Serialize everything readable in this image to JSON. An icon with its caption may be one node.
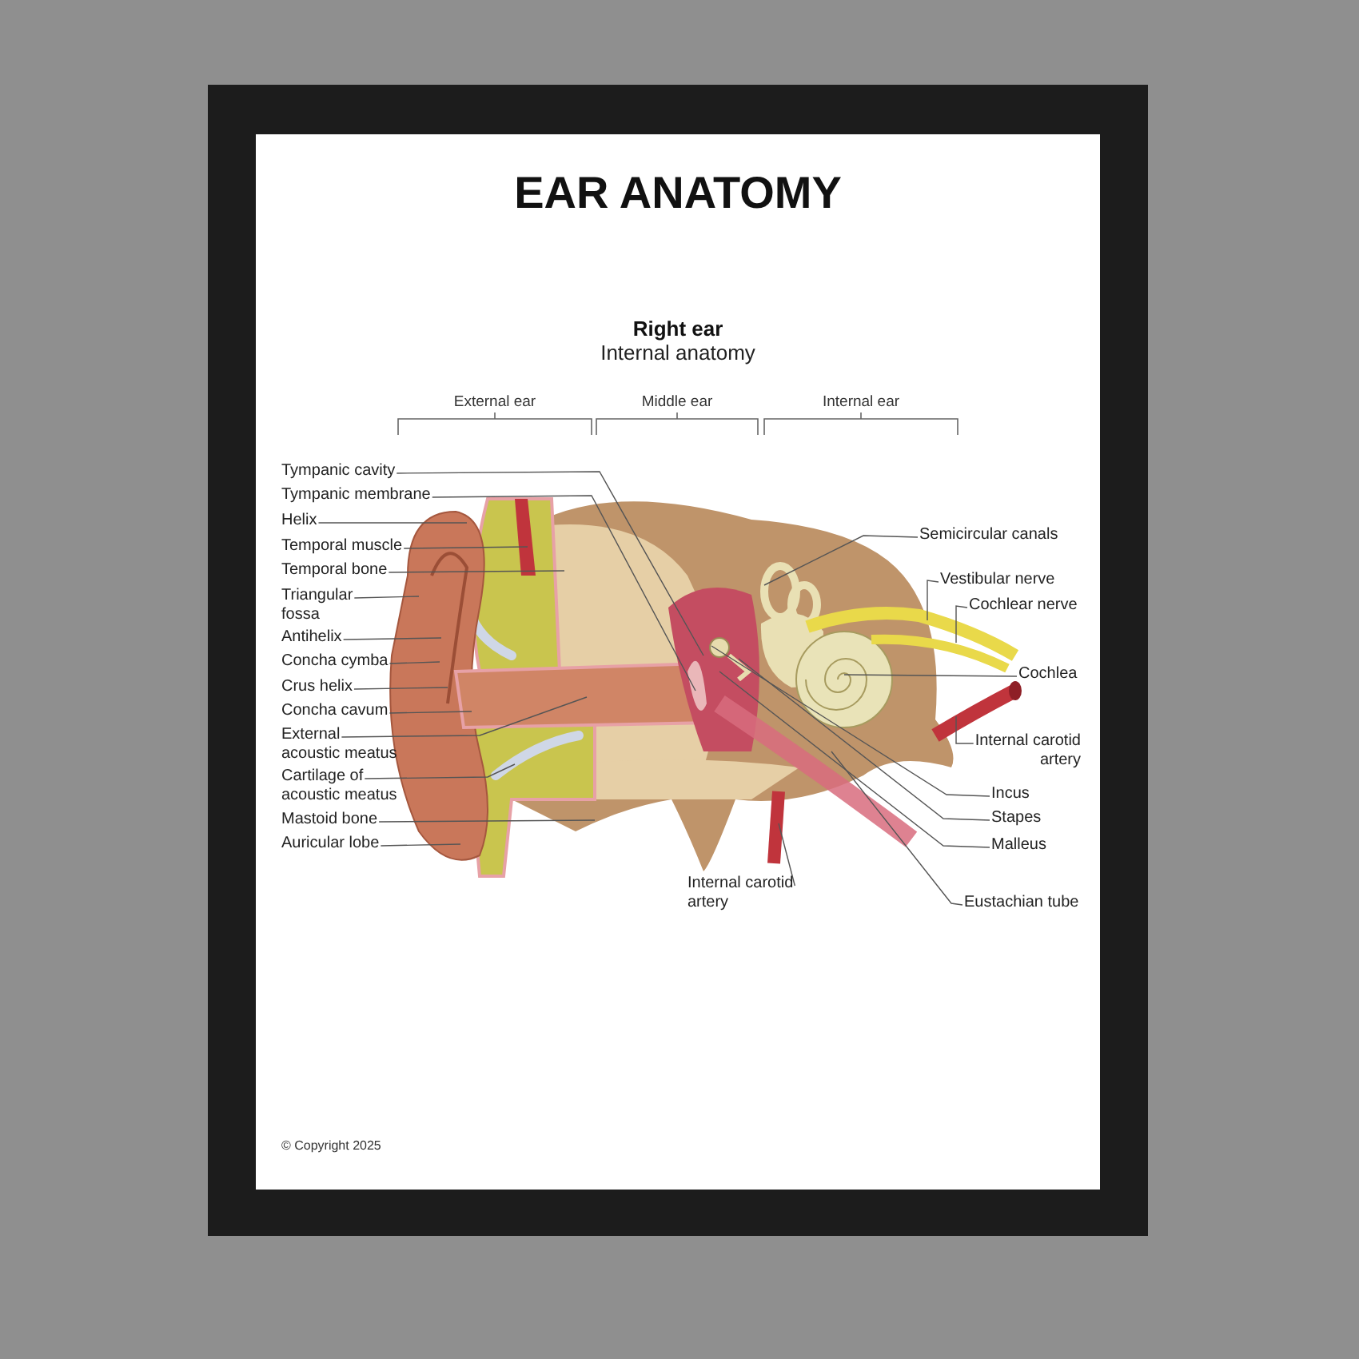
{
  "diagram": {
    "title": "EAR ANATOMY",
    "nodes": [
      {
        "text": [
          "Tympanic cavity"
        ]
      },
      {
        "text": [
          "Tympanic membrane"
        ]
      },
      {
        "text": [
          "Helix"
        ]
      },
      {
        "text": [
          "Temporal muscle"
        ]
      },
      {
        "text": [
          "Temporal bone"
        ]
      },
      {
        "text": [
          "Triangular fossa"
        ]
      },
      {
        "text": [
          "Antihelix"
        ]
      },
      {
        "text": [
          "Concha cymba"
        ]
      },
      {
        "text": [
          "Crus helix"
        ]
      },
      {
        "text": [
          "Concha cavum"
        ]
      },
      {
        "text": [
          "External acoustic meatus"
        ]
      },
      {
        "text": [
          "Cartilage of acoustic meatus"
        ]
      },
      {
        "text": [
          "Mastoid bone"
        ]
      },
      {
        "text": [
          "Auricular lobe"
        ]
      },
      {
        "text": [
          "Semicircular canals"
        ]
      },
      {
        "text": [
          "Vestibular nerve"
        ]
      },
      {
        "text": [
          "Cochlear nerve"
        ]
      },
      {
        "text": [
          "Cochlea"
        ]
      },
      {
        "text": [
          "Internal carotid artery"
        ]
      },
      {
        "text": [
          "Incus"
        ]
      },
      {
        "text": [
          "Stapes"
        ]
      },
      {
        "text": [
          "Malleus"
        ]
      },
      {
        "text": [
          "Eustachian tube"
        ]
      },
      {
        "text": [
          "Internal carotid artery"
        ]
      }
    ],
    "edges": [
      {
        "from": 0,
        "to": null,
        "arrow": "none"
      },
      {
        "from": 1,
        "to": null,
        "arrow": "none"
      },
      {
        "from": 2,
        "to": null,
        "arrow": "none"
      },
      {
        "from": 3,
        "to": null,
        "arrow": "none"
      },
      {
        "from": 4,
        "to": null,
        "arrow": "none"
      },
      {
        "from": 5,
        "to": null,
        "arrow": "none"
      },
      {
        "from": 6,
        "to": null,
        "arrow": "none"
      },
      {
        "from": 7,
        "to": null,
        "arrow": "none"
      },
      {
        "from": 8,
        "to": null,
        "arrow": "none"
      },
      {
        "from": 9,
        "to": null,
        "arrow": "none"
      },
      {
        "from": 10,
        "to": null,
        "arrow": "none"
      },
      {
        "from": 11,
        "to": null,
        "arrow": "none"
      },
      {
        "from": 12,
        "to": null,
        "arrow": "none"
      },
      {
        "from": 13,
        "to": null,
        "arrow": "none"
      },
      {
        "from": 14,
        "to": null,
        "arrow": "none"
      },
      {
        "from": 15,
        "to": null,
        "arrow": "none"
      },
      {
        "from": 16,
        "to": null,
        "arrow": "none"
      },
      {
        "from": 17,
        "to": null,
        "arrow": "none"
      },
      {
        "from": 18,
        "to": null,
        "arrow": "none"
      },
      {
        "from": 19,
        "to": null,
        "arrow": "none"
      },
      {
        "from": 20,
        "to": null,
        "arrow": "none"
      },
      {
        "from": 21,
        "to": null,
        "arrow": "none"
      },
      {
        "from": 22,
        "to": null,
        "arrow": "none"
      },
      {
        "from": 23,
        "to": null,
        "arrow": "none"
      }
    ],
    "labels": [
      "Right ear",
      "Internal anatomy",
      "External ear",
      "Middle ear",
      "Internal ear",
      "© Copyright 2025"
    ]
  }
}
